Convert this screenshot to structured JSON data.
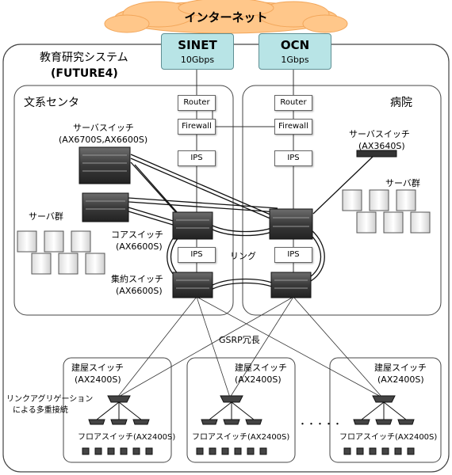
{
  "internet": {
    "label": "インターネット"
  },
  "carriers": [
    {
      "name": "SINET",
      "speed": "10Gbps"
    },
    {
      "name": "OCN",
      "speed": "1Gbps"
    }
  ],
  "system": {
    "title": "教育研究システム",
    "subtitle": "(FUTURE4)"
  },
  "areas": {
    "left": "文系センタ",
    "right": "病院"
  },
  "boxes": {
    "router": "Router",
    "firewall": "Firewall",
    "ips": "IPS"
  },
  "labels": {
    "server_switch_left": "サーバスイッチ",
    "server_switch_left_model": "(AX6700S,AX6600S)",
    "server_switch_right": "サーバスイッチ",
    "server_switch_right_model": "(AX3640S)",
    "server_group": "サーバ群",
    "core_switch": "コアスイッチ",
    "core_switch_model": "(AX6600S)",
    "agg_switch": "集約スイッチ",
    "agg_switch_model": "(AX6600S)",
    "ring": "リング",
    "gsrp": "GSRP冗長",
    "link_agg_1": "リンクアグリゲーション",
    "link_agg_2": "による多重接続",
    "building_switch": "建屋スイッチ",
    "building_switch_model": "(AX2400S)",
    "floor_switch": "フロアスイッチ(AX2400S)",
    "ellipsis": "・・・・・"
  }
}
